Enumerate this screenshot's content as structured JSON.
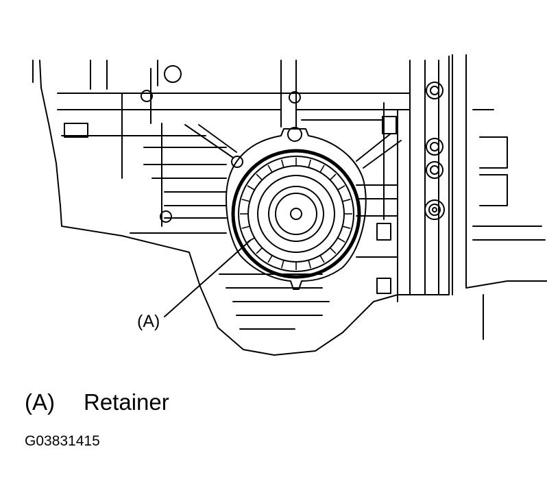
{
  "callout": {
    "letter": "(A)"
  },
  "legend": {
    "letter": "(A)",
    "description": "Retainer"
  },
  "figure_id": "G03831415"
}
